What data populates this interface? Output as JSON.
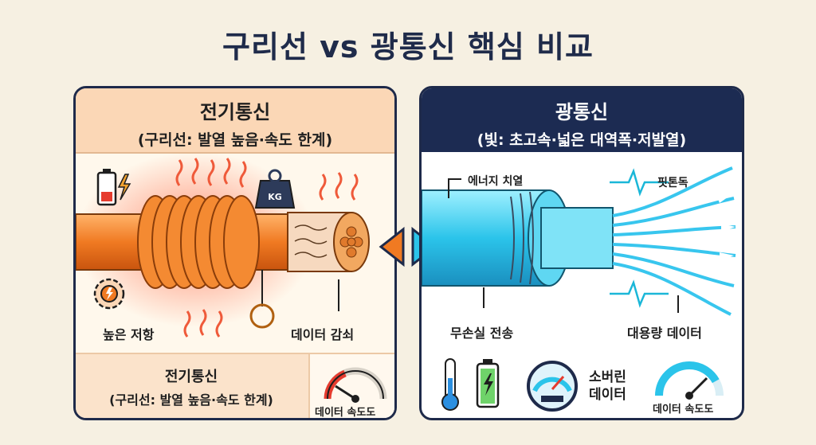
{
  "title": "구리선 vs 광통신 핵심 비교",
  "left": {
    "heading": "전기통신",
    "subheading": "(구리선: 발열 높음·속도 한계)",
    "weight_tag": "KG",
    "label_resistance": "높은 저항",
    "label_attenuation": "데이터 감쇠",
    "footer_title": "전기통신",
    "footer_sub": "(구리선: 발열 높음·속도 한계)",
    "gauge_label": "데이터 속도도"
  },
  "right": {
    "heading": "광통신",
    "subheading": "(빛: 초고속·넓은 대역폭·저발열)",
    "label_energy": "에너지 치열",
    "label_pulse": "핏톤독",
    "label_lossless": "무손실 전송",
    "label_capacity": "대용량 데이터",
    "label_power": "소버린\n데이터",
    "gauge_label": "데이터 속도도"
  },
  "colors": {
    "navy": "#1e2a4a",
    "copper": "#f07a22",
    "fiber": "#2bc4ea",
    "heat": "#ef5a3a"
  }
}
